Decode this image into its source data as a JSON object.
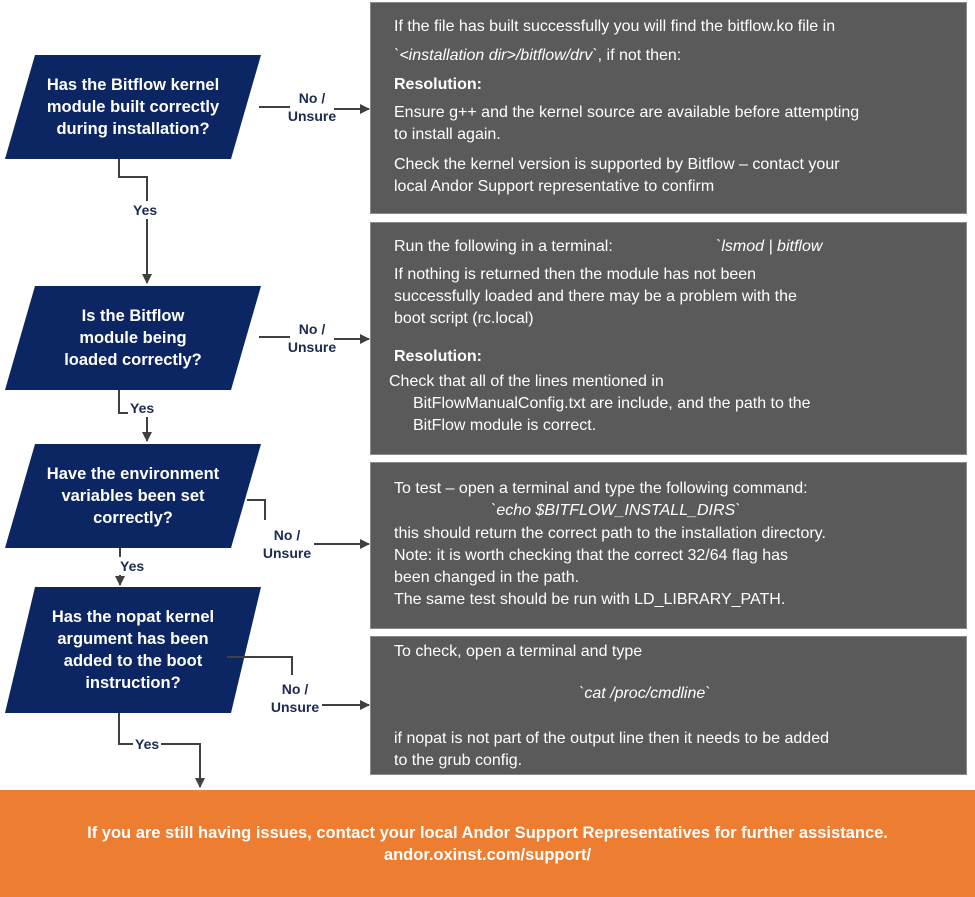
{
  "colors": {
    "decision_fill": "#0c2663",
    "panel_fill": "#5a5a5a",
    "banner_fill": "#ed7d31",
    "connector": "#404040",
    "label_text": "#1c2a52"
  },
  "decisions": [
    {
      "question": "Has the Bitflow kernel module built correctly during installation?",
      "no_label": "No / Unsure",
      "yes_label": "Yes"
    },
    {
      "question": "Is the Bitflow module being loaded correctly?",
      "no_label": "No / Unsure",
      "yes_label": "Yes"
    },
    {
      "question": "Have the environment variables been set correctly?",
      "no_label": "No / Unsure",
      "yes_label": "Yes"
    },
    {
      "question": "Has the nopat kernel argument has been added to the boot instruction?",
      "no_label": "No / Unsure",
      "yes_label": "Yes"
    }
  ],
  "panels": [
    {
      "line1": "If the file has built successfully you will find the bitflow.ko file in",
      "path": "`<installation dir>/bitflow/drv`",
      "path_suffix": ", if not then:",
      "resolution_heading": "Resolution:",
      "step1_a": "Ensure g++ and the kernel source are available before attempting",
      "step1_b": "to install again.",
      "step2_a": "Check the kernel version is supported by Bitflow – contact your",
      "step2_b": "local Andor Support representative to confirm"
    },
    {
      "run_text": "Run the following in a terminal:",
      "command": "`lsmod | bitflow",
      "desc_a": "If nothing is returned then the module has not been",
      "desc_b": "successfully loaded and there may be a problem with the",
      "desc_c": "boot script (rc.local)",
      "resolution_heading": "Resolution:",
      "res_a": "Check that all of the lines mentioned in",
      "res_b": "BitFlowManualConfig.txt are include, and the path to the",
      "res_c": "BitFlow module is correct."
    },
    {
      "intro": "To test – open a terminal and type the following command:",
      "command": "`echo $BITFLOW_INSTALL_DIRS`",
      "line_a": "this should return the correct path to the installation directory.",
      "line_b": "Note: it is worth checking that the correct 32/64 flag has",
      "line_c": "been changed in the path.",
      "line_d": "The same test should be run with LD_LIBRARY_PATH."
    },
    {
      "intro": "To check, open a terminal and type",
      "command": "`cat /proc/cmdline`",
      "line_a": "if nopat is not part of the output line then it needs to be added",
      "line_b": "to the grub config."
    }
  ],
  "banner": {
    "line1": "If you are still having issues, contact your local Andor Support Representatives for further assistance.",
    "line2": "andor.oxinst.com/support/"
  }
}
